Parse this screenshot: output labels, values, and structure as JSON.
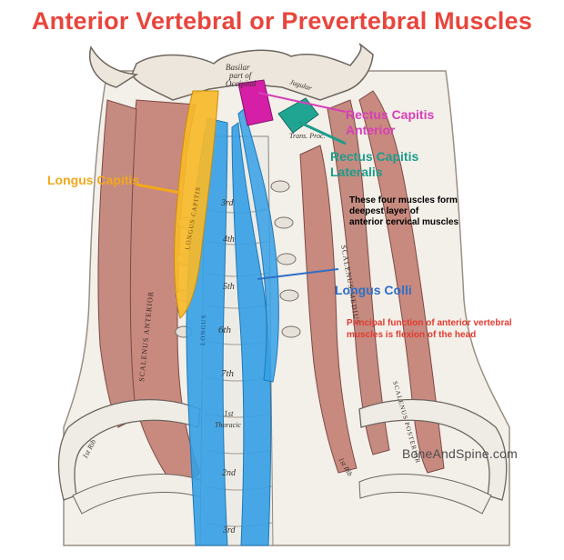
{
  "title": "Anterior Vertebral or Prevertebral Muscles",
  "colors": {
    "title": "#e8453c",
    "rectus_capitis_anterior": "#d63fb7",
    "rectus_capitis_lateralis": "#1e9c8b",
    "longus_capitis": "#f1a91b",
    "longus_colli": "#2f6fc5",
    "note_red": "#e03b30",
    "muscle_blue": "#35a0e6",
    "muscle_red": "#c8897f",
    "bone": "#ecebe6"
  },
  "labels": {
    "rectus_capitis_anterior": [
      "Rectus Capitis",
      "Anterior"
    ],
    "rectus_capitis_lateralis": [
      "Rectus Capitis",
      "Lateralis"
    ],
    "longus_capitis": "Longus Capitis",
    "longus_colli": "Longus Colli"
  },
  "notes": {
    "deepest_layer": [
      "These four muscles form",
      "deepest layer of",
      "anterior cervical  muscles"
    ],
    "function": [
      "Principal function of anterior vertebral",
      "muscles is flexion of the head"
    ]
  },
  "illustration_text": {
    "basilar": [
      "Basilar",
      "part of",
      "Occipital"
    ],
    "jugular": "Jugular",
    "trans_proc": "Trans. Proc.",
    "vertebrae": [
      "3rd",
      "4th",
      "5th",
      "6th",
      "7th",
      "1st",
      "Thoracic",
      "2nd",
      "3rd"
    ],
    "scalenus_anterior": "SCALENUS   ANTERIOR",
    "scalenus_medius": "SCALENUS  MEDIUS",
    "scalenus_posterior": "SCALENUS POSTERIOR",
    "first_rib": "1st Rib",
    "longus_colli_small": "LONGUS",
    "longus_capitis_small": "LONGUS CAPITIS"
  },
  "watermark": "BoneAndSpine.com"
}
